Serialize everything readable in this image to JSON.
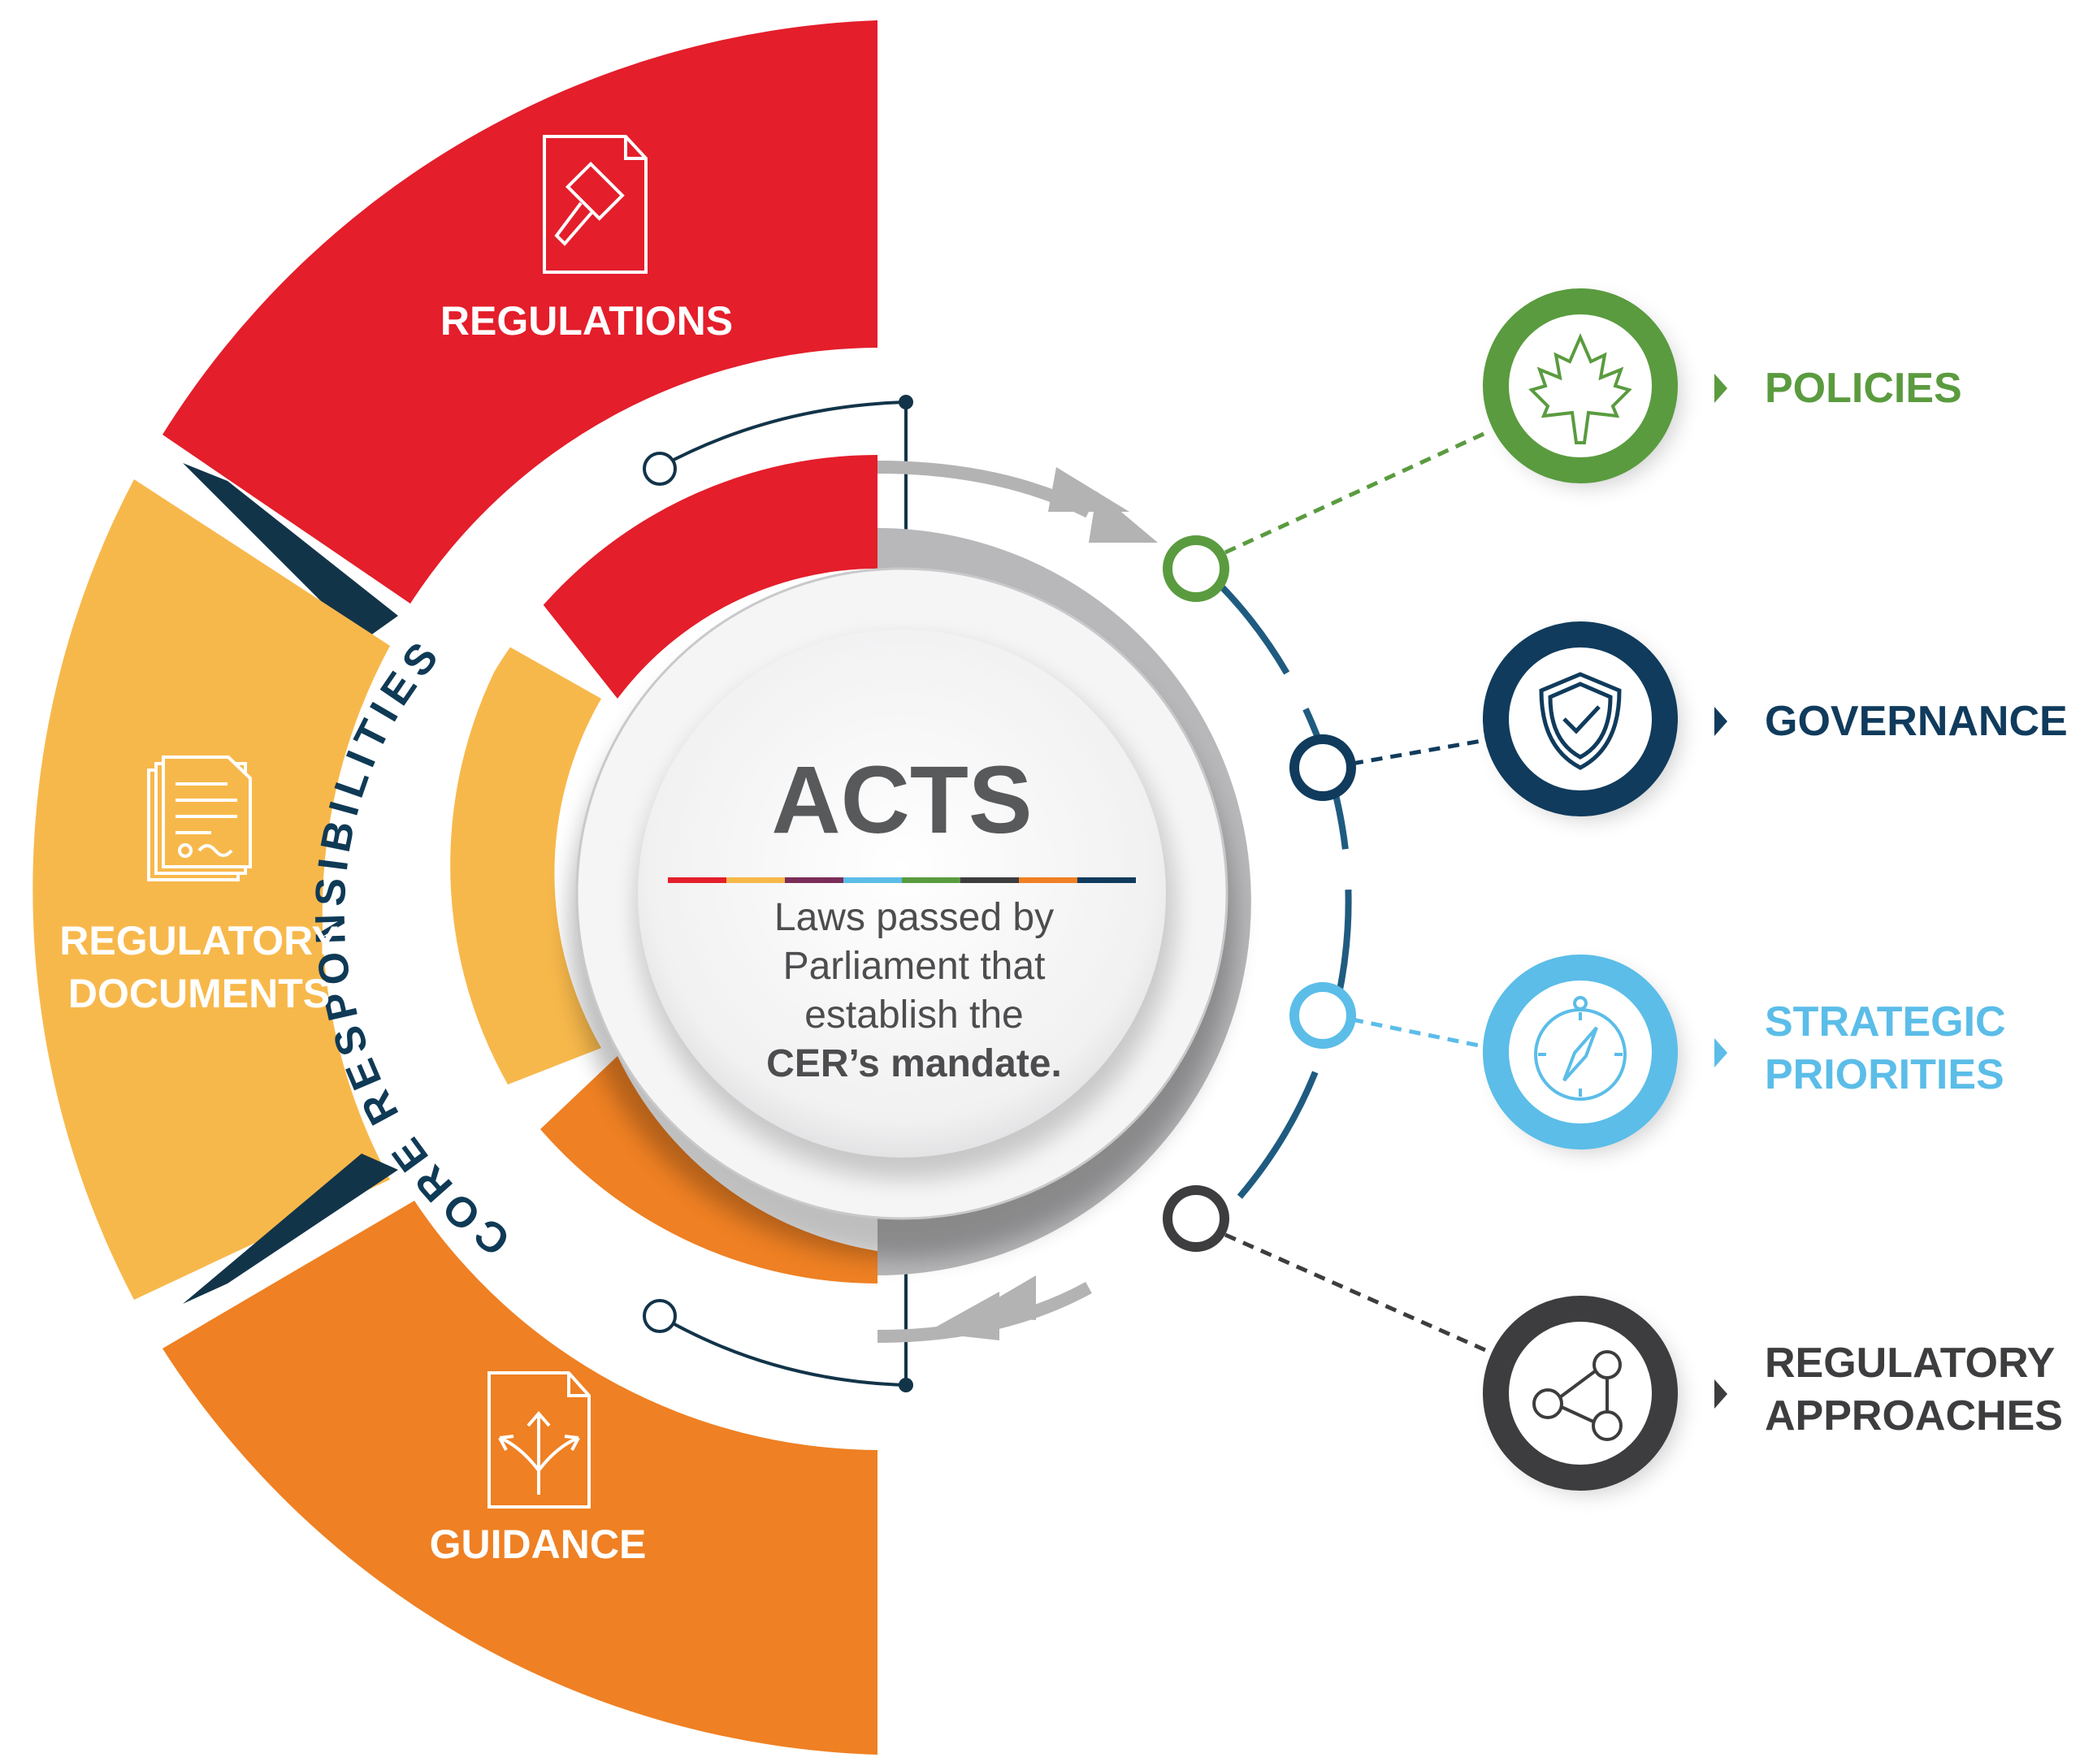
{
  "segments": {
    "regulations": {
      "label": "REGULATIONS",
      "color": "#e41e2b",
      "icon": "gavel-document-icon"
    },
    "regulatory_documents": {
      "label_line1": "REGULATORY",
      "label_line2": "DOCUMENTS",
      "color": "#f7b84b",
      "icon": "document-stack-icon"
    },
    "guidance": {
      "label": "GUIDANCE",
      "color": "#ef8023",
      "icon": "branching-arrows-document-icon"
    }
  },
  "ring_label": "CORE RESPONSIBILITIES",
  "center": {
    "title": "ACTS",
    "line1": "Laws passed by",
    "line2": "Parliament that",
    "line3": "establish the",
    "line4": "CER’s mandate."
  },
  "items": [
    {
      "label_line1": "POLICIES",
      "label_line2": "",
      "color": "#5a9b3f",
      "icon": "maple-leaf-icon"
    },
    {
      "label_line1": "GOVERNANCE",
      "label_line2": "",
      "color": "#103b5c",
      "icon": "shield-check-icon"
    },
    {
      "label_line1": "STRATEGIC",
      "label_line2": "PRIORITIES",
      "color": "#5bbde8",
      "icon": "compass-icon"
    },
    {
      "label_line1": "REGULATORY",
      "label_line2": "APPROACHES",
      "color": "#3d3d3f",
      "icon": "network-nodes-icon"
    }
  ],
  "colors": {
    "dark_connector": "#123449",
    "arrow_gray": "#b3b3b3"
  }
}
